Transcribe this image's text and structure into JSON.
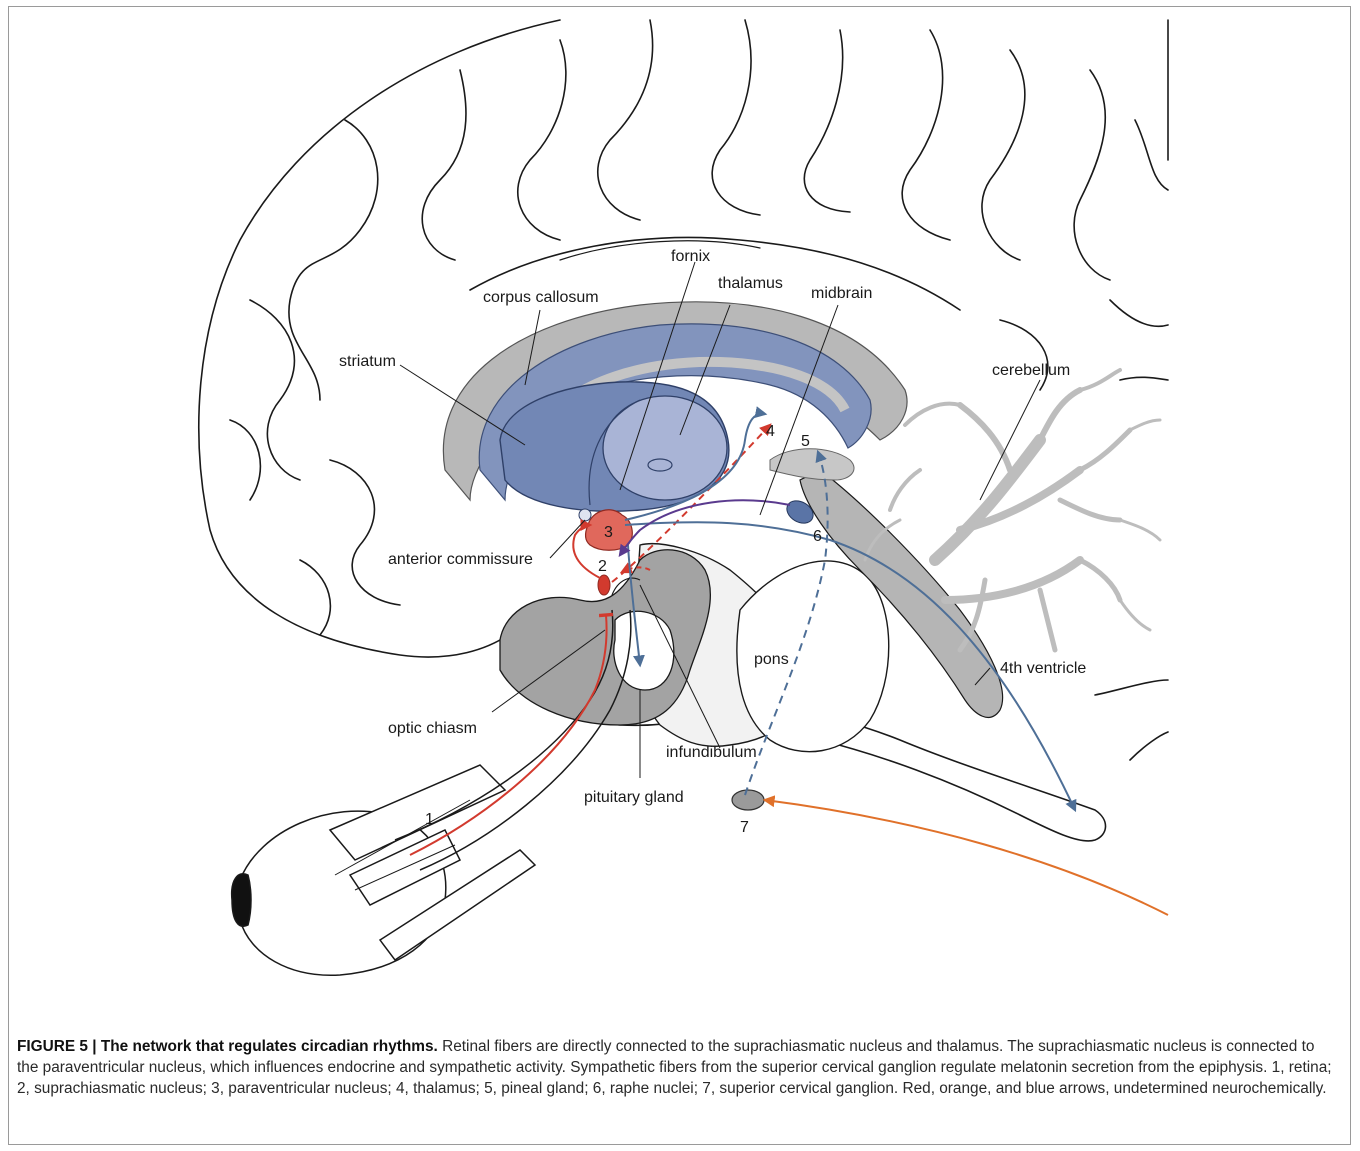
{
  "labels": {
    "fornix": "fornix",
    "corpus_callosum": "corpus callosum",
    "thalamus": "thalamus",
    "midbrain": "midbrain",
    "striatum": "striatum",
    "cerebellum": "cerebellum",
    "anterior_commissure": "anterior commissure",
    "pons": "pons",
    "fourth_ventricle": "4th ventricle",
    "optic_chiasm": "optic chiasm",
    "infundibulum": "infundibulum",
    "pituitary_gland": "pituitary gland"
  },
  "numbers": {
    "n1": "1",
    "n2": "2",
    "n3": "3",
    "n4": "4",
    "n5": "5",
    "n6": "6",
    "n7": "7"
  },
  "colors": {
    "red": "#d23a2e",
    "orange": "#e0712a",
    "blue": "#4e6f97",
    "purple": "#5a3a8e",
    "structure_blue": "#7186b3",
    "structure_gray": "#a8a8a8"
  },
  "caption": {
    "title": "FIGURE 5 | The network that regulates circadian rhythms.",
    "body": " Retinal fibers are directly connected to the suprachiasmatic nucleus and thalamus. The suprachiasmatic nucleus is connected to the paraventricular nucleus, which influences endocrine and sympathetic activity. Sympathetic fibers from the superior cervical ganglion regulate melatonin secretion from the epiphysis. 1, retina; 2, suprachiasmatic nucleus; 3, paraventricular nucleus; 4, thalamus; 5, pineal gland; 6, raphe nuclei; 7, superior cervical ganglion. Red, orange, and blue arrows, undetermined neurochemically."
  }
}
